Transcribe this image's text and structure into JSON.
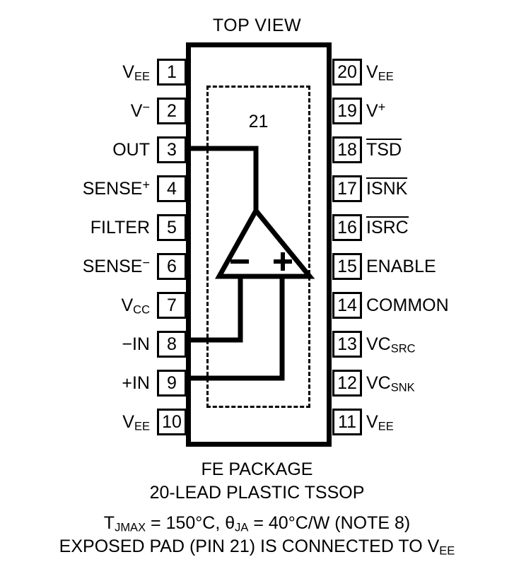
{
  "title": "TOP VIEW",
  "package": {
    "exposed_pad_number": "21",
    "name": "FE PACKAGE",
    "lead_description": "20-LEAD PLASTIC TSSOP"
  },
  "thermal": {
    "tjmax_label": "T",
    "tjmax_sub": "JMAX",
    "tjmax_value": " = 150°C, ",
    "theta_label": "θ",
    "theta_sub": "JA",
    "theta_value": " = 40°C/W (NOTE 8)",
    "exposed_pad_note_a": "EXPOSED PAD (PIN 21) IS CONNECTED TO V",
    "exposed_pad_note_sub": "EE"
  },
  "pins": {
    "left": [
      {
        "number": "1",
        "name": "V",
        "sub": "EE",
        "sup": "",
        "overline": false
      },
      {
        "number": "2",
        "name": "V",
        "sub": "",
        "sup": "−",
        "overline": false
      },
      {
        "number": "3",
        "name": "OUT",
        "sub": "",
        "sup": "",
        "overline": false
      },
      {
        "number": "4",
        "name": "SENSE",
        "sub": "",
        "sup": "+",
        "overline": false
      },
      {
        "number": "5",
        "name": "FILTER",
        "sub": "",
        "sup": "",
        "overline": false
      },
      {
        "number": "6",
        "name": "SENSE",
        "sub": "",
        "sup": "−",
        "overline": false
      },
      {
        "number": "7",
        "name": "V",
        "sub": "CC",
        "sup": "",
        "overline": false
      },
      {
        "number": "8",
        "name": "−IN",
        "sub": "",
        "sup": "",
        "overline": false
      },
      {
        "number": "9",
        "name": "+IN",
        "sub": "",
        "sup": "",
        "overline": false
      },
      {
        "number": "10",
        "name": "V",
        "sub": "EE",
        "sup": "",
        "overline": false
      }
    ],
    "right": [
      {
        "number": "20",
        "name": "V",
        "sub": "EE",
        "sup": "",
        "overline": false
      },
      {
        "number": "19",
        "name": "V",
        "sub": "",
        "sup": "+",
        "overline": false
      },
      {
        "number": "18",
        "name": "TSD",
        "sub": "",
        "sup": "",
        "overline": true
      },
      {
        "number": "17",
        "name": "ISNK",
        "sub": "",
        "sup": "",
        "overline": true
      },
      {
        "number": "16",
        "name": "ISRC",
        "sub": "",
        "sup": "",
        "overline": true
      },
      {
        "number": "15",
        "name": "ENABLE",
        "sub": "",
        "sup": "",
        "overline": false
      },
      {
        "number": "14",
        "name": "COMMON",
        "sub": "",
        "sup": "",
        "overline": false
      },
      {
        "number": "13",
        "name": "VC",
        "sub": "SRC",
        "sup": "",
        "overline": false
      },
      {
        "number": "12",
        "name": "VC",
        "sub": "SNK",
        "sup": "",
        "overline": false
      },
      {
        "number": "11",
        "name": "V",
        "sub": "EE",
        "sup": "",
        "overline": false
      }
    ]
  },
  "amplifier": {
    "minus_symbol": "−",
    "plus_symbol": "+"
  },
  "colors": {
    "line": "#000000",
    "background": "#ffffff"
  }
}
